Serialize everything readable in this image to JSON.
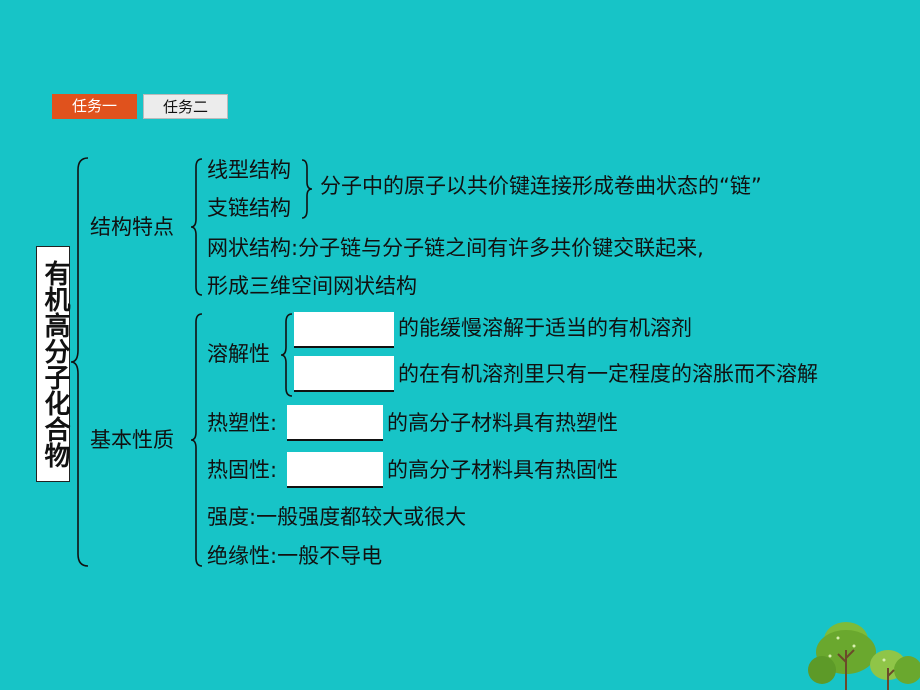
{
  "tabs": [
    "任务一",
    "任务二"
  ],
  "root_title": "有机高分子化合物",
  "structure": {
    "label": "结构特点",
    "linear": "线型结构",
    "branched": "支链结构",
    "linear_desc": "分子中的原子以共价键连接形成卷曲状态的“链”",
    "network_line1": "网状结构:分子链与分子链之间有许多共价键交联起来,",
    "network_line2": "形成三维空间网状结构"
  },
  "properties": {
    "label": "基本性质",
    "solubility": "溶解性",
    "sol_line1": "的能缓慢溶解于适当的有机溶剂",
    "sol_line2": "的在有机溶剂里只有一定程度的溶胀而不溶解",
    "thermoplastic_label": "热塑性:",
    "thermoplastic_desc": "的高分子材料具有热塑性",
    "thermoset_label": "热固性:",
    "thermoset_desc": "的高分子材料具有热固性",
    "strength": "强度:一般强度都较大或很大",
    "insulation": "绝缘性:一般不导电"
  },
  "colors": {
    "background": "#17c4c7",
    "active_tab": "#e0521d",
    "inactive_tab": "#ececec"
  }
}
